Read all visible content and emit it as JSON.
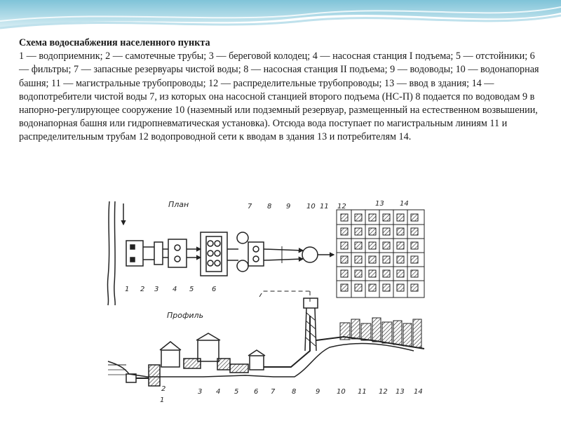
{
  "slide": {
    "title": "Схема водоснабжения населенного пункта",
    "body": "1 — водоприемник; 2 — самотечные трубы; 3 — береговой колодец; 4 — насосная станция I подъема; 5 — отстойники; 6 — фильтры; 7 — запасные резервуары чистой воды; 8 — насосная станция II подъема; 9 — водоводы; 10 — водонапорная башня; 11 — магистральные трубопроводы; 12 — распределительные трубопроводы; 13 — ввод в здания; 14 — водопотребители чистой воды 7, из которых она насосной станцией второго подъема (НС-П) 8 подается по водоводам 9 в напорно-регулирующее сооружение 10 (наземный или подземный резервуар, размещенный на естественном возвышении, водонапорная башня или гидропневматическая установка). Отсюда вода поступает по магистральным линиям 11 и распределительным трубам 12 водопроводной сети к вводам в здания 13 и потребителям 14."
  },
  "figure": {
    "plan_label": "План",
    "profile_label": "Профиль",
    "plan_numbers": [
      "1",
      "2",
      "3",
      "4",
      "5",
      "6",
      "7",
      "8",
      "9",
      "10",
      "11",
      "12",
      "13",
      "14"
    ],
    "profile_numbers": [
      "1",
      "2",
      "3",
      "4",
      "5",
      "6",
      "7",
      "8",
      "9",
      "10",
      "11",
      "12",
      "13",
      "14"
    ]
  }
}
